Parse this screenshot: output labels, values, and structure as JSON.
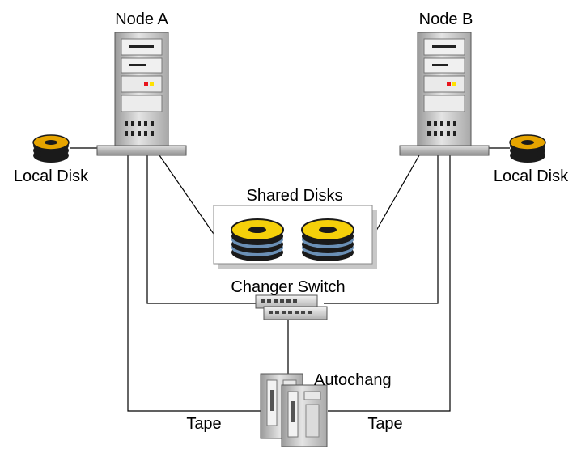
{
  "nodes": {
    "a": {
      "label": "Node A"
    },
    "b": {
      "label": "Node B"
    }
  },
  "local_disk_left": {
    "label": "Local Disk"
  },
  "local_disk_right": {
    "label": "Local Disk"
  },
  "shared_disks": {
    "label": "Shared Disks"
  },
  "changer_switch": {
    "label": "Changer Switch"
  },
  "autochanger": {
    "label": "Autochang"
  },
  "tape_left": {
    "label": "Tape"
  },
  "tape_right": {
    "label": "Tape"
  },
  "colors": {
    "disk_yellow": "#f5d00a",
    "disk_gold": "#e6a400",
    "disk_black": "#1a1a1a",
    "disk_blue": "#6a8fb5",
    "server_gray": "#c7c7c7",
    "led_red": "#e8141c",
    "led_yellow": "#ffe100"
  }
}
